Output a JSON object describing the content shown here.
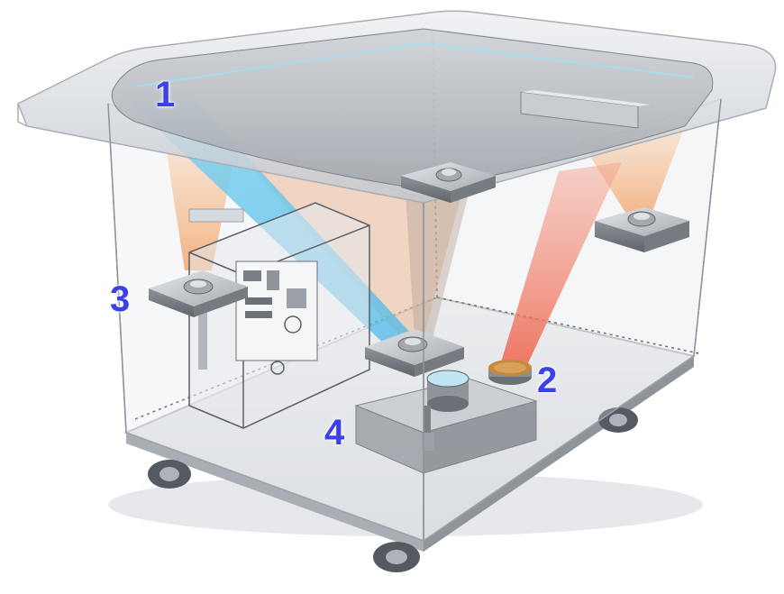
{
  "callouts": [
    {
      "id": "1",
      "label": "1"
    },
    {
      "id": "2",
      "label": "2"
    },
    {
      "id": "3",
      "label": "3"
    },
    {
      "id": "4",
      "label": "4"
    }
  ],
  "colors": {
    "callout": "#3a41e6",
    "ir_beam": "#5fc6ea",
    "projector_beam": "#f3a56c",
    "red_beam": "#f06a55",
    "glass": "#d9dce1",
    "frame": "#8f949a"
  },
  "icons": [
    "table-top-surface",
    "projector-unit",
    "infrared-camera",
    "computer-case",
    "mirror",
    "caster-wheel"
  ]
}
